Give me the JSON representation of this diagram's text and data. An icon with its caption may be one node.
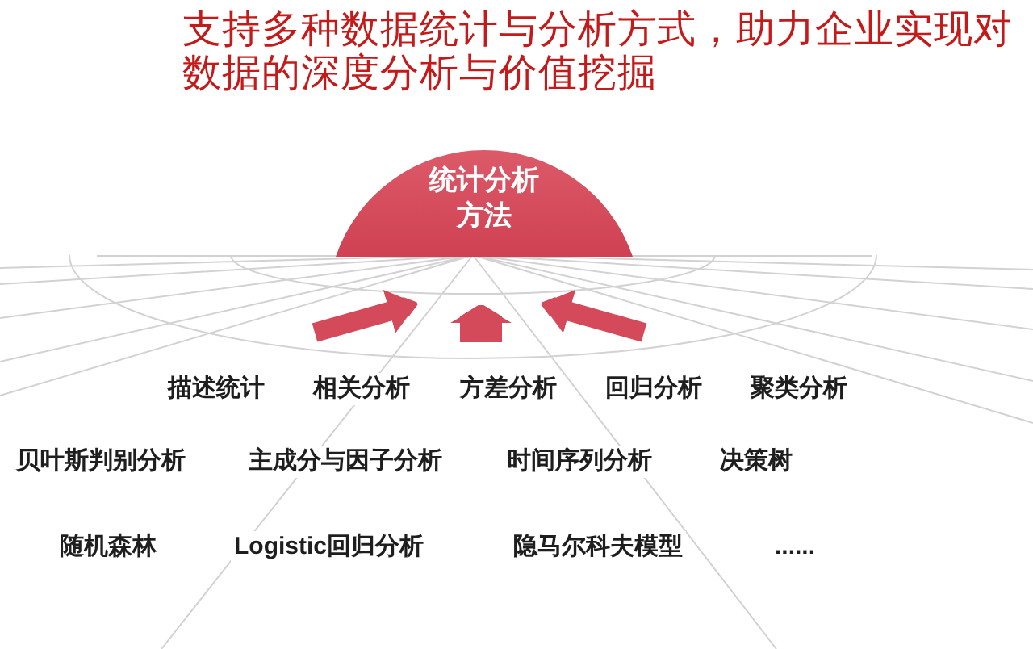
{
  "diagram": {
    "title": "支持多种数据统计与分析方式，助力企业实现对数据的深度分析与价值挖掘",
    "nodes": [
      {
        "text": [
          "统计分析方法"
        ]
      }
    ],
    "labels": [
      "描述统计",
      "相关分析",
      "方差分析",
      "回归分析",
      "聚类分析",
      "贝叶斯判别分析",
      "主成分与因子分析",
      "时间序列分析",
      "决策树",
      "随机森林",
      "Logistic回归分析",
      "隐马尔科夫模型",
      "......"
    ]
  }
}
